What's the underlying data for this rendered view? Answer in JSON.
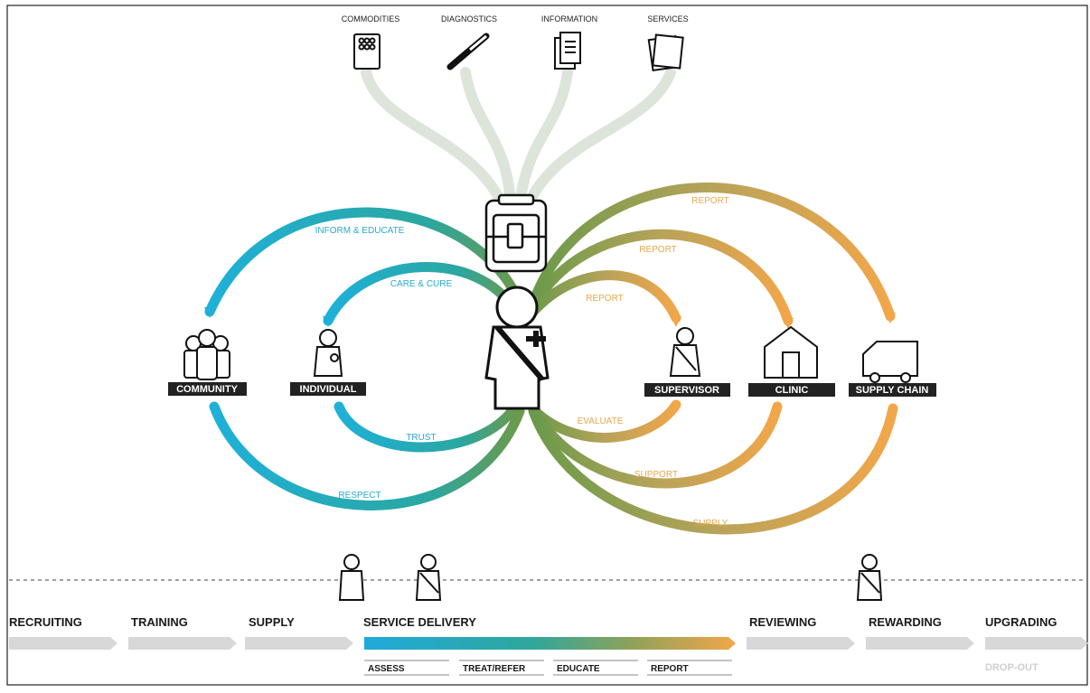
{
  "top_items": [
    {
      "label": "COMMODITIES",
      "icon": "pill-box-icon"
    },
    {
      "label": "DIAGNOSTICS",
      "icon": "test-strip-icon"
    },
    {
      "label": "INFORMATION",
      "icon": "document-icon"
    },
    {
      "label": "SERVICES",
      "icon": "papers-icon"
    }
  ],
  "loops": {
    "inform_educate": "INFORM & EDUCATE",
    "care_cure": "CARE & CURE",
    "trust": "TRUST",
    "respect": "RESPECT",
    "report_outer": "REPORT",
    "report_mid": "REPORT",
    "report_inner": "REPORT",
    "evaluate": "EVALUATE",
    "support": "SUPPORT",
    "supply": "SUPPLY"
  },
  "nodes": {
    "community": "COMMUNITY",
    "individual": "INDIVIDUAL",
    "supervisor": "SUPERVISOR",
    "clinic": "CLINIC",
    "supply_chain": "SUPPLY CHAIN"
  },
  "timeline": {
    "phases": [
      "RECRUITING",
      "TRAINING",
      "SUPPLY",
      "SERVICE DELIVERY",
      "REVIEWING",
      "REWARDING",
      "UPGRADING"
    ],
    "service_steps": [
      "ASSESS",
      "TREAT/REFER",
      "EDUCATE",
      "REPORT"
    ],
    "drop_out": "DROP-OUT"
  },
  "colors": {
    "teal": "#2aa9cc",
    "green": "#6b9a4a",
    "orange": "#f0a84a",
    "grey_arrow": "#d6d6d6",
    "strand": "#dfe6dc"
  }
}
